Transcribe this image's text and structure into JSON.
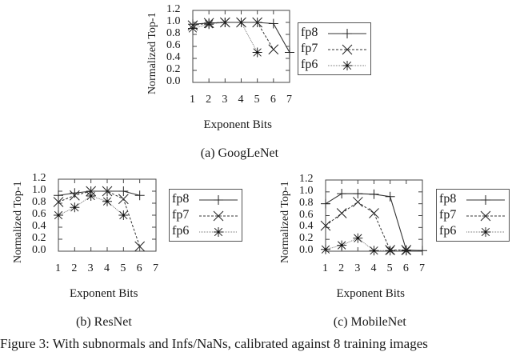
{
  "figure": {
    "caption": "Figure 3: With subnormals and Infs/NaNs, calibrated against 8 training images"
  },
  "legend": {
    "entries": [
      {
        "name": "fp8",
        "marker": "plus-marker",
        "line": "solid"
      },
      {
        "name": "fp7",
        "marker": "x-marker",
        "line": "dashed"
      },
      {
        "name": "fp6",
        "marker": "asterisk-marker",
        "line": "dotted"
      }
    ]
  },
  "chart_data": [
    {
      "type": "line",
      "title": "(a) GoogLeNet",
      "xlabel": "Exponent Bits",
      "ylabel": "Normalized Top-1",
      "x": [
        1,
        2,
        3,
        4,
        5,
        6,
        7
      ],
      "xticks": [
        "1",
        "2",
        "3",
        "4",
        "5",
        "6",
        "7"
      ],
      "yticks": [
        "0.0",
        "0.2",
        "0.4",
        "0.6",
        "0.8",
        "1.0",
        "1.2"
      ],
      "ylim": [
        0,
        1.2
      ],
      "xlim": [
        1,
        7
      ],
      "grid": false,
      "legend_position": "right",
      "series": [
        {
          "name": "fp8",
          "x": [
            1,
            2,
            3,
            4,
            5,
            6,
            7
          ],
          "values": [
            0.97,
            0.99,
            1.0,
            1.0,
            1.0,
            0.98,
            0.5
          ]
        },
        {
          "name": "fp7",
          "x": [
            1,
            2,
            3,
            4,
            5,
            6
          ],
          "values": [
            0.95,
            0.99,
            1.0,
            1.0,
            1.0,
            0.55
          ]
        },
        {
          "name": "fp6",
          "x": [
            1,
            2,
            3,
            4,
            5
          ],
          "values": [
            0.9,
            0.97,
            1.0,
            1.0,
            0.5
          ]
        }
      ]
    },
    {
      "type": "line",
      "title": "(b) ResNet",
      "xlabel": "Exponent Bits",
      "ylabel": "Normalized Top-1",
      "x": [
        1,
        2,
        3,
        4,
        5,
        6,
        7
      ],
      "xticks": [
        "1",
        "2",
        "3",
        "4",
        "5",
        "6",
        "7"
      ],
      "yticks": [
        "0.0",
        "0.2",
        "0.4",
        "0.6",
        "0.8",
        "1.0",
        "1.2"
      ],
      "ylim": [
        0,
        1.2
      ],
      "xlim": [
        1,
        7
      ],
      "grid": false,
      "legend_position": "right",
      "series": [
        {
          "name": "fp8",
          "x": [
            1,
            2,
            3,
            4,
            5,
            6
          ],
          "values": [
            0.93,
            0.97,
            1.0,
            1.0,
            1.0,
            0.93
          ]
        },
        {
          "name": "fp7",
          "x": [
            1,
            2,
            3,
            4,
            5,
            6
          ],
          "values": [
            0.82,
            0.93,
            1.0,
            1.0,
            0.87,
            0.08
          ]
        },
        {
          "name": "fp6",
          "x": [
            1,
            2,
            3,
            4,
            5
          ],
          "values": [
            0.6,
            0.73,
            0.92,
            0.83,
            0.6
          ]
        }
      ]
    },
    {
      "type": "line",
      "title": "(c) MobileNet",
      "xlabel": "Exponent Bits",
      "ylabel": "Normalized Top-1",
      "x": [
        1,
        2,
        3,
        4,
        5,
        6,
        7
      ],
      "xticks": [
        "1",
        "2",
        "3",
        "4",
        "5",
        "6",
        "7"
      ],
      "yticks": [
        "0.0",
        "0.2",
        "0.4",
        "0.6",
        "0.8",
        "1.0",
        "1.2"
      ],
      "ylim": [
        0,
        1.2
      ],
      "xlim": [
        1,
        7
      ],
      "grid": false,
      "legend_position": "right",
      "series": [
        {
          "name": "fp8",
          "x": [
            1,
            2,
            3,
            4,
            5,
            6,
            7
          ],
          "values": [
            0.8,
            0.97,
            0.97,
            0.96,
            0.92,
            0.02,
            0.01
          ]
        },
        {
          "name": "fp7",
          "x": [
            1,
            2,
            3,
            4,
            5,
            6
          ],
          "values": [
            0.43,
            0.64,
            0.83,
            0.64,
            0.02,
            0.02
          ]
        },
        {
          "name": "fp6",
          "x": [
            1,
            2,
            3,
            4,
            5,
            6
          ],
          "values": [
            0.03,
            0.1,
            0.22,
            0.01,
            0.01,
            0.01
          ]
        }
      ]
    }
  ]
}
